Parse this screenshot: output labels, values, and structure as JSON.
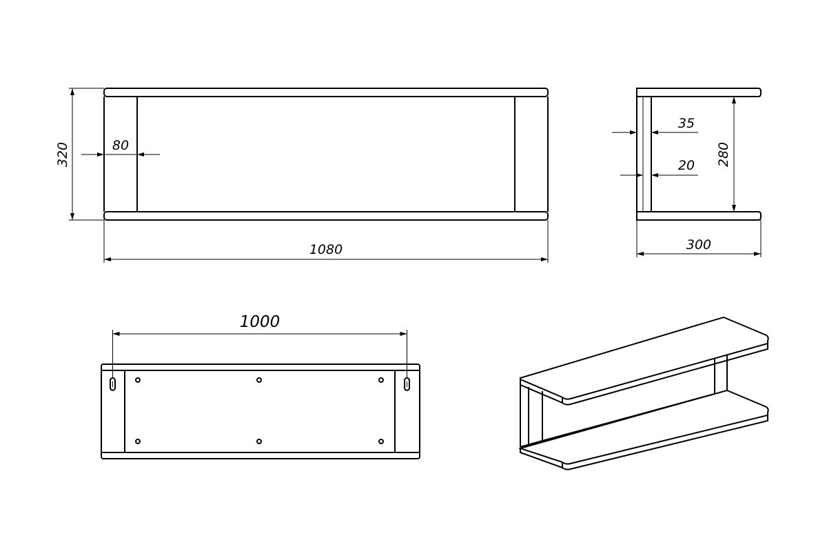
{
  "front_view": {
    "height_label": "320",
    "side_thickness_label": "80",
    "width_label": "1080"
  },
  "side_view": {
    "back_total_label": "35",
    "back_panel_label": "20",
    "inner_height_label": "280",
    "depth_label": "300"
  },
  "back_view": {
    "mount_spacing_label": "1000"
  }
}
